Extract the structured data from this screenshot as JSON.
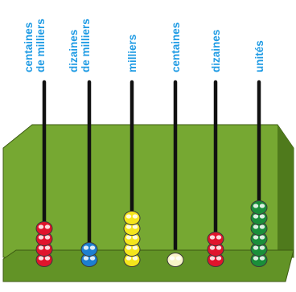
{
  "colors": {
    "label": "#1f9be4",
    "board_top": "#76a832",
    "board_side": "#4f7a1c",
    "board_front": "#629326",
    "outline": "#3c5a12",
    "rod": "#111111"
  },
  "columns": [
    {
      "label_lines": [
        "centaines",
        "de milliers"
      ],
      "beads": 4,
      "bead_color": "#e0142c",
      "bead_icon": "red-bead"
    },
    {
      "label_lines": [
        "dizaines",
        "de milliers"
      ],
      "beads": 2,
      "bead_color": "#1d7fd0",
      "bead_icon": "blue-bead"
    },
    {
      "label_lines": [
        "milliers"
      ],
      "beads": 5,
      "bead_color": "#f5e51c",
      "bead_icon": "yellow-bead"
    },
    {
      "label_lines": [
        "centaines"
      ],
      "beads": 1,
      "bead_color": "#f8f4c8",
      "bead_icon": "cream-bead"
    },
    {
      "label_lines": [
        "dizaines"
      ],
      "beads": 3,
      "bead_color": "#e0142c",
      "bead_icon": "red-bead"
    },
    {
      "label_lines": [
        "unités"
      ],
      "beads": 6,
      "bead_color": "#1a8f3a",
      "bead_icon": "green-bead"
    }
  ]
}
